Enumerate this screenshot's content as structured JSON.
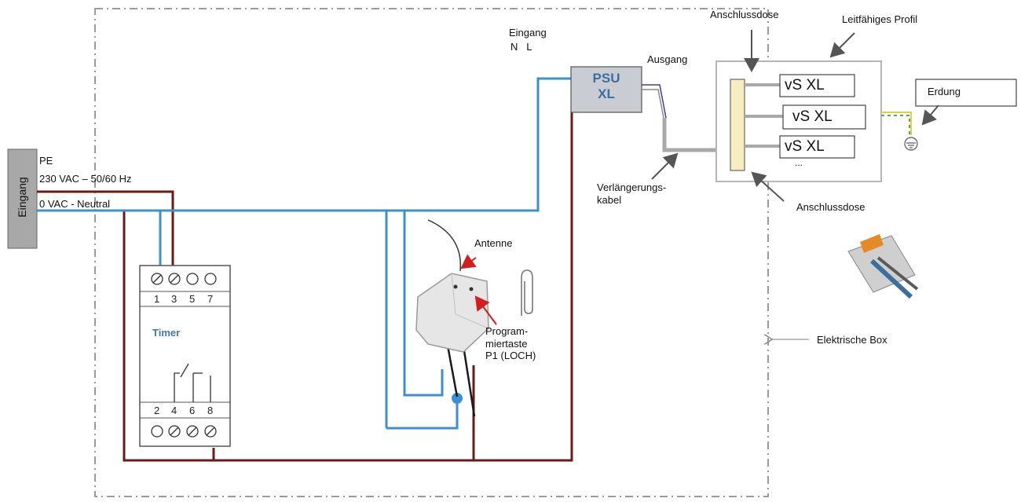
{
  "labels": {
    "eingang_left": "Eingang",
    "pe": "PE",
    "vac230": "230 VAC – 50/60 Hz",
    "vac0": "0 VAC - Neutral",
    "eingang_top": "Eingang",
    "n_l": "N   L",
    "ausgang": "Ausgang",
    "psu_line1": "PSU",
    "psu_line2": "XL",
    "anschlussdose_top": "Anschlussdose",
    "leitfahiges_profil": "Leitfähiges Profil",
    "vsxl_1": "vS XL",
    "vsxl_2": "vS XL",
    "vsxl_3": "vS XL",
    "ellipsis": "...",
    "erdung": "Erdung",
    "verlaengerungskabel": "Verlängerungs-\nkabel",
    "anschlussdose_bottom": "Anschlussdose",
    "antenne": "Antenne",
    "programmiertaste": "Program-\nmiertaste\nP1 (LOCH)",
    "elektrische_box": "Elektrische Box",
    "timer": "Timer"
  },
  "timer_terminals": {
    "top": [
      "1",
      "3",
      "5",
      "7"
    ],
    "bottom": [
      "2",
      "4",
      "6",
      "8"
    ]
  },
  "colors": {
    "brown_wire": "#6b1a1a",
    "blue_wire": "#3d8fd1",
    "grey_cable": "#a9a9a9",
    "earth_yellow": "#d9d24a",
    "earth_green": "#5fa84a",
    "psu_fill": "#c9ccd2",
    "psu_text": "#3c6fa0",
    "connector_fill": "#f6eec0",
    "red_arrow": "#d21e1e",
    "box_dash": "#9a9a9a"
  }
}
